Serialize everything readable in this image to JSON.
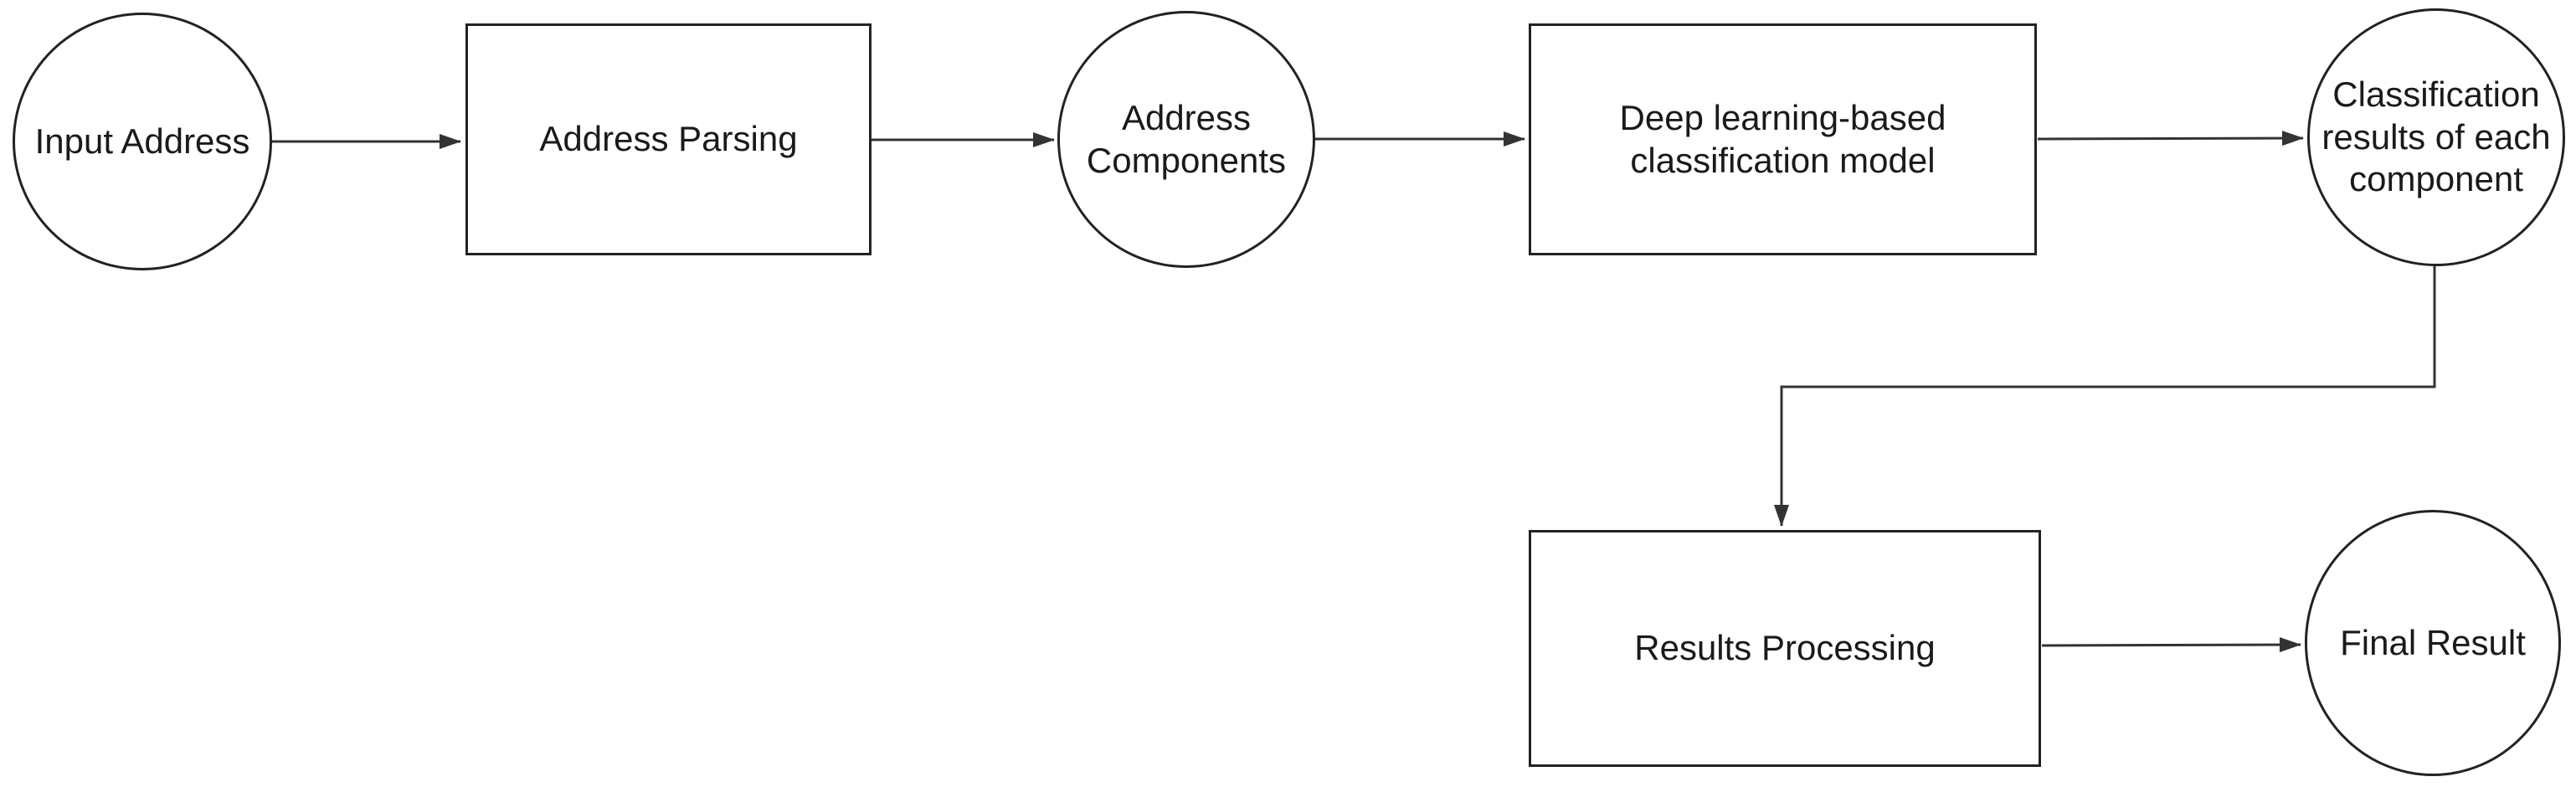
{
  "diagram": {
    "type": "flowchart",
    "background_color": "#ffffff",
    "node_fill_color": "#ffffff",
    "node_stroke_color": "#222222",
    "edge_color": "#333333",
    "text_color": "#1a1a1a",
    "nodes": [
      {
        "id": "input-address",
        "shape": "ellipse",
        "label": "Input Address"
      },
      {
        "id": "address-parsing",
        "shape": "rectangle",
        "label": "Address Parsing"
      },
      {
        "id": "address-components",
        "shape": "ellipse",
        "label": "Address Components"
      },
      {
        "id": "classification-model",
        "shape": "rectangle",
        "label": "Deep learning-based classification model"
      },
      {
        "id": "classification-results",
        "shape": "ellipse",
        "label": "Classification results of each component"
      },
      {
        "id": "results-processing",
        "shape": "rectangle",
        "label": "Results Processing"
      },
      {
        "id": "final-result",
        "shape": "ellipse",
        "label": "Final Result"
      }
    ],
    "edges": [
      {
        "from": "input-address",
        "to": "address-parsing",
        "style": "straight-arrow"
      },
      {
        "from": "address-parsing",
        "to": "address-components",
        "style": "straight-arrow"
      },
      {
        "from": "address-components",
        "to": "classification-model",
        "style": "straight-arrow"
      },
      {
        "from": "classification-model",
        "to": "classification-results",
        "style": "straight-arrow"
      },
      {
        "from": "classification-results",
        "to": "results-processing",
        "style": "elbow-arrow"
      },
      {
        "from": "results-processing",
        "to": "final-result",
        "style": "straight-arrow"
      }
    ]
  }
}
